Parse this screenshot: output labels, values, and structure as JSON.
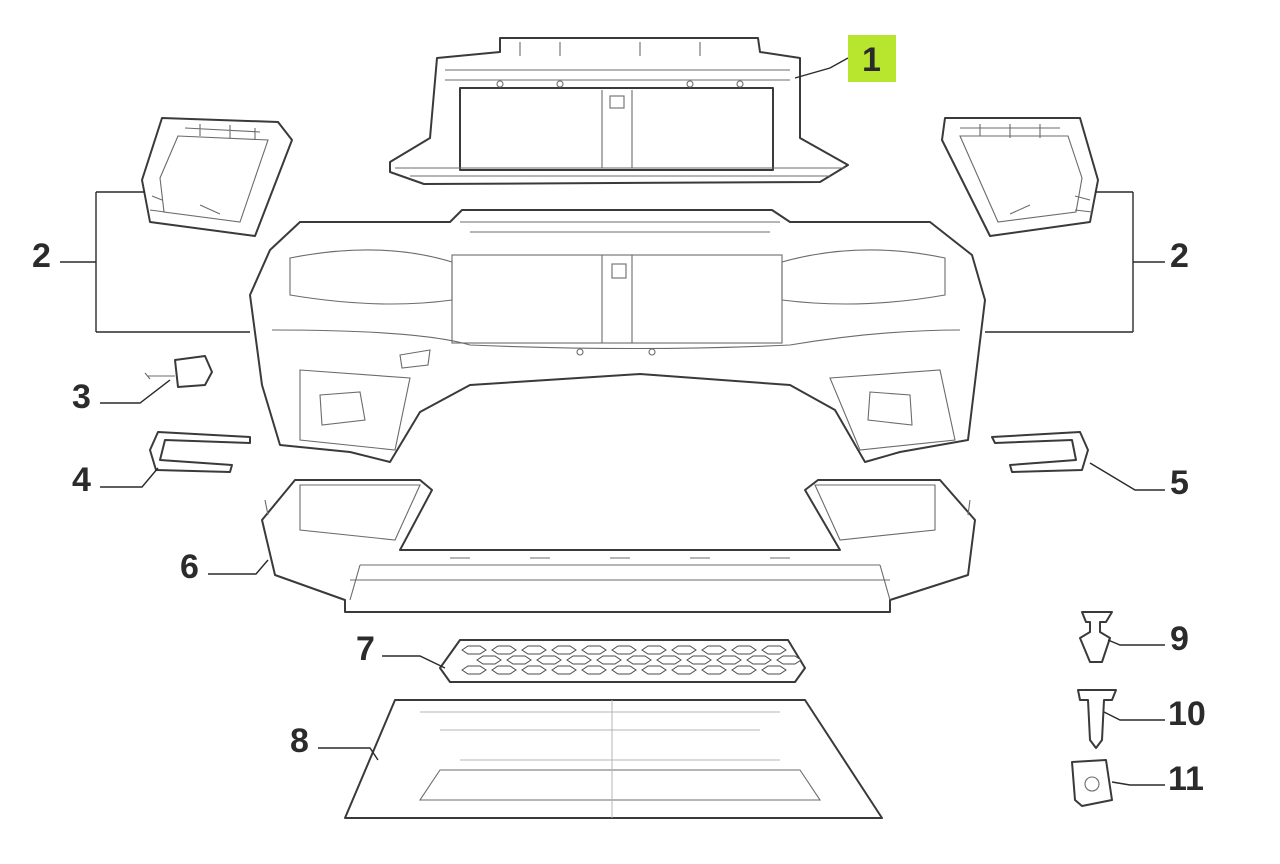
{
  "diagram": {
    "highlight_color": "#b8e62e",
    "line_color": "#3a3a3a",
    "background": "#ffffff",
    "callouts": [
      {
        "id": "c1",
        "label": "1",
        "highlighted": true
      },
      {
        "id": "c2l",
        "label": "2"
      },
      {
        "id": "c2r",
        "label": "2"
      },
      {
        "id": "c3",
        "label": "3"
      },
      {
        "id": "c4",
        "label": "4"
      },
      {
        "id": "c5",
        "label": "5"
      },
      {
        "id": "c6",
        "label": "6"
      },
      {
        "id": "c7",
        "label": "7"
      },
      {
        "id": "c8",
        "label": "8"
      },
      {
        "id": "c9",
        "label": "9"
      },
      {
        "id": "c10",
        "label": "10"
      },
      {
        "id": "c11",
        "label": "11"
      }
    ]
  }
}
